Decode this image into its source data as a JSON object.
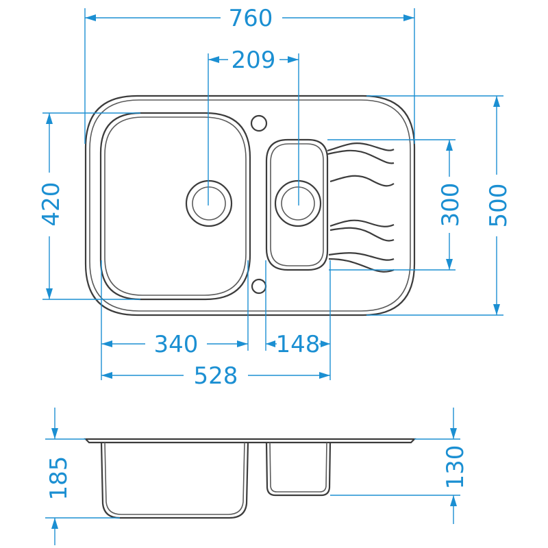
{
  "dimensions": {
    "overall_width": "760",
    "center_to_center": "209",
    "overall_depth": "500",
    "main_bowl_depth": "420",
    "small_bowl_depth": "300",
    "main_bowl_width": "340",
    "small_bowl_width": "148",
    "combined_bowl_width": "528",
    "main_bowl_height": "185",
    "small_bowl_height": "130"
  },
  "colors": {
    "dimension_line": "#1b8fd2",
    "outline": "#3c3c3c"
  }
}
